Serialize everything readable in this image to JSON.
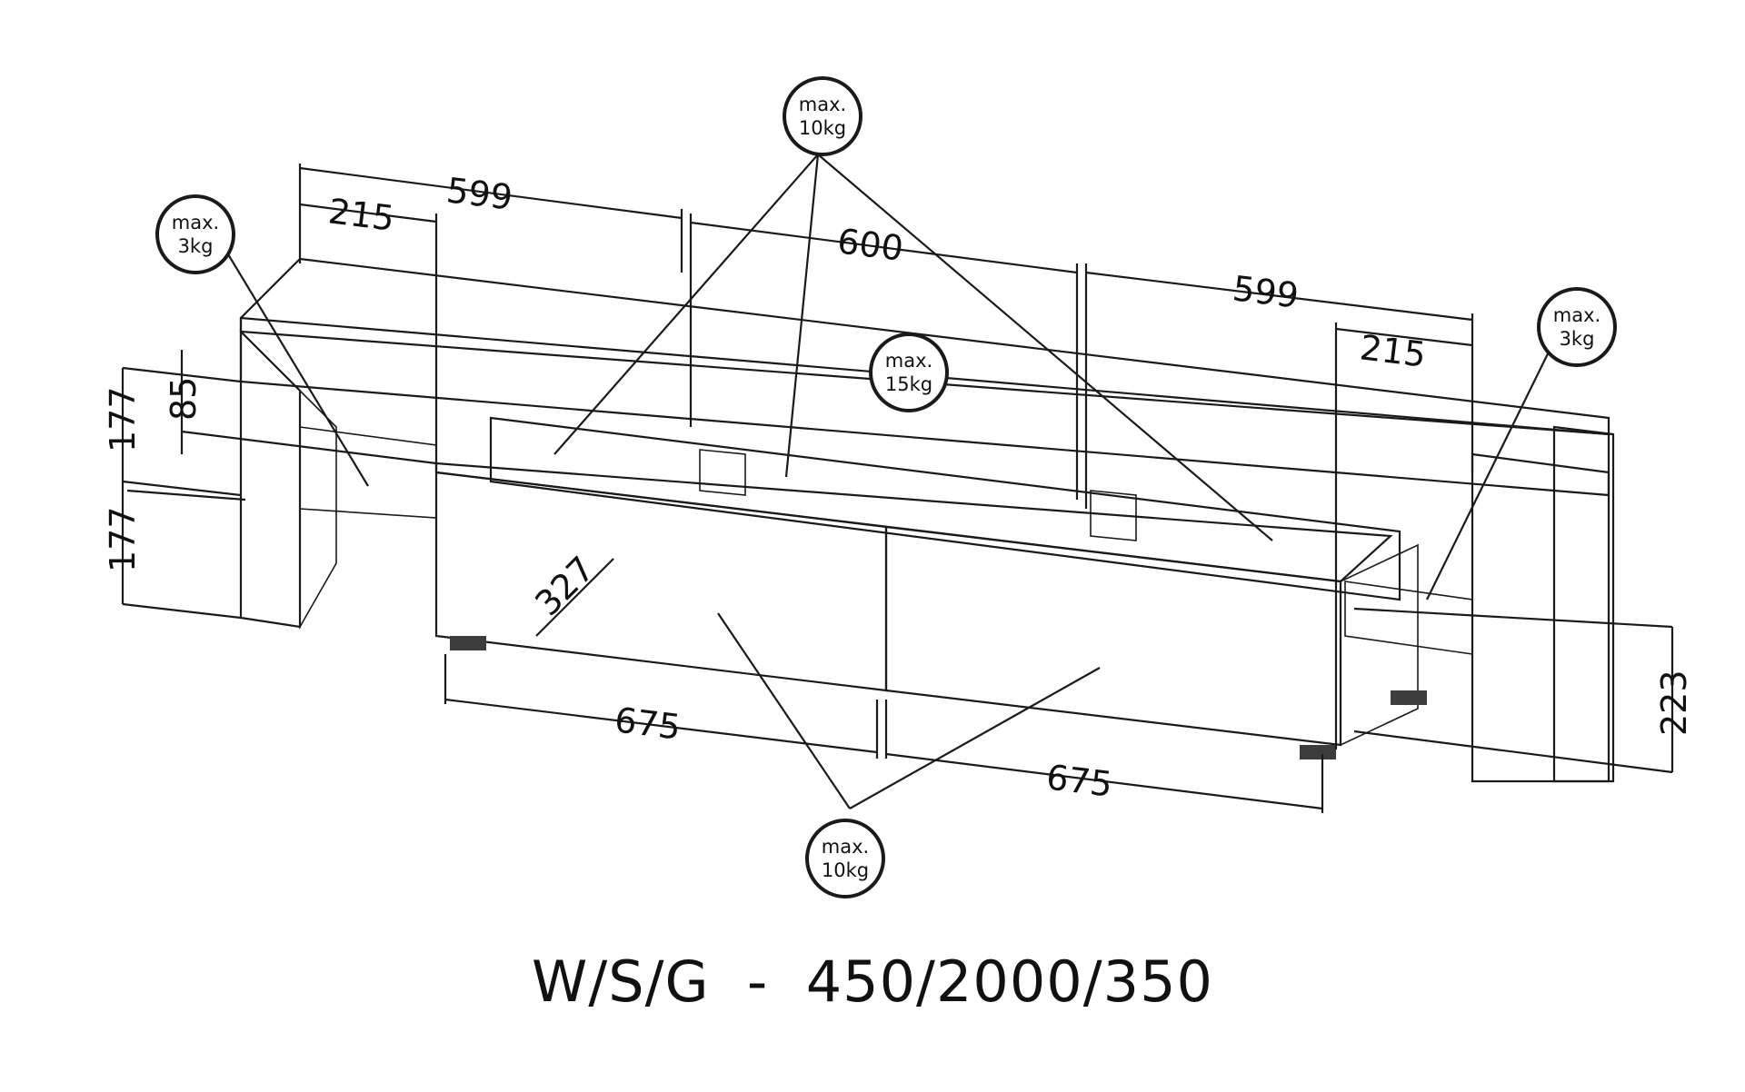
{
  "dimensions": {
    "top_left_width": "599",
    "top_left_inset": "215",
    "top_middle_width": "600",
    "top_right_width": "599",
    "top_right_inset": "215",
    "left_height_upper": "177",
    "left_height_lower": "177",
    "top_thickness": "85",
    "drawer_depth": "327",
    "drawer_left_width": "675",
    "drawer_right_width": "675",
    "right_height": "223"
  },
  "load_badges": {
    "top_center": {
      "line1": "max.",
      "line2": "10kg"
    },
    "left": {
      "line1": "max.",
      "line2": "3kg"
    },
    "right": {
      "line1": "max.",
      "line2": "3kg"
    },
    "middle": {
      "line1": "max.",
      "line2": "15kg"
    },
    "bottom": {
      "line1": "max.",
      "line2": "10kg"
    }
  },
  "caption": "W/S/G  -  450/2000/350",
  "colors": {
    "background": "#ffffff",
    "line": "#1a1a1a",
    "glass_front": "#6f6d69",
    "dark_side": "#4b4a47",
    "light_panel": "#f4f4f4"
  }
}
